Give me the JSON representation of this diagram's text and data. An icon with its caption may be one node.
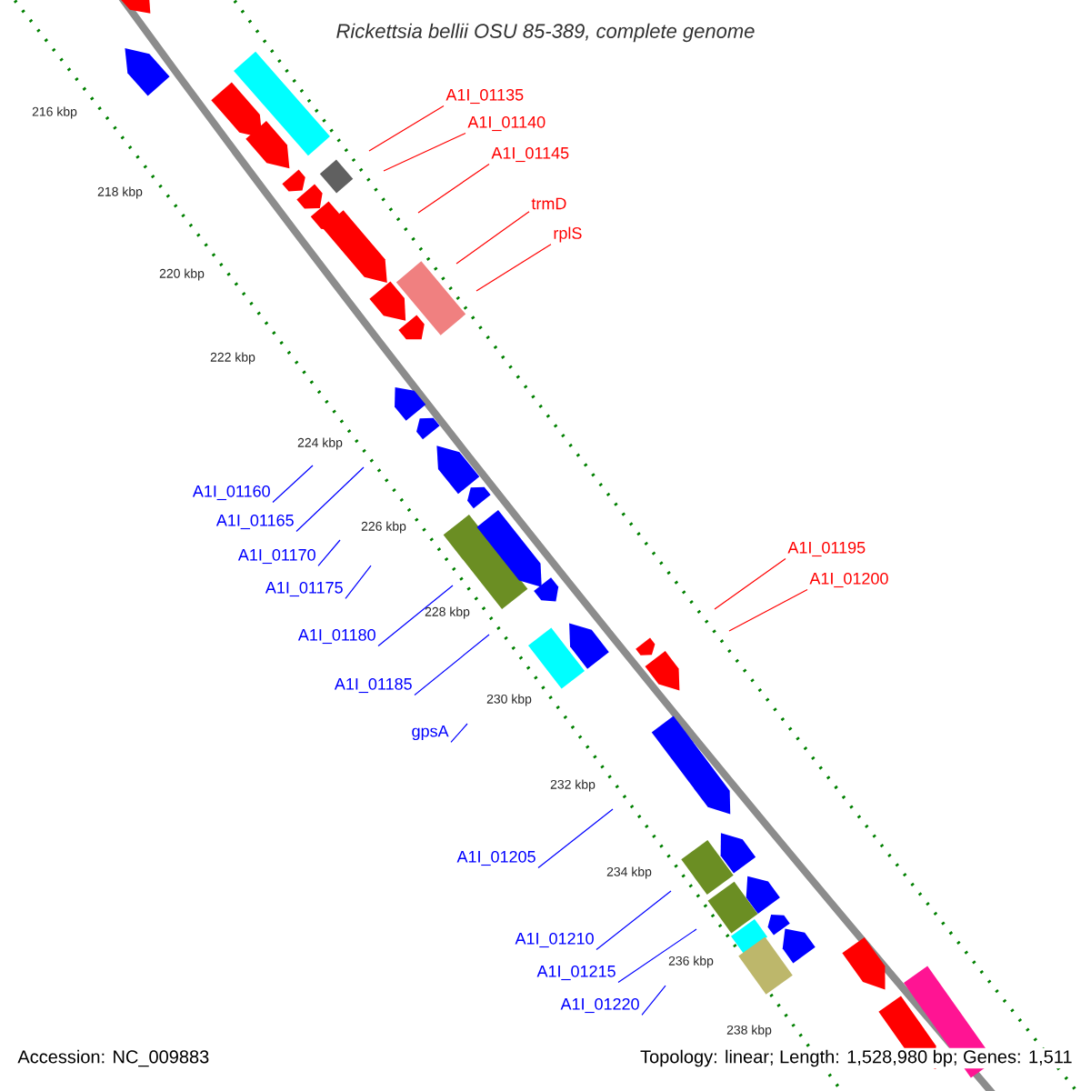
{
  "diagram": {
    "title": "Rickettsia bellii OSU 85-389, complete genome",
    "nodes": [
      {
        "text": [
          "A1I_01135"
        ]
      },
      {
        "text": [
          "A1I_01140"
        ]
      },
      {
        "text": [
          "A1I_01145"
        ]
      },
      {
        "text": [
          "trmD"
        ]
      },
      {
        "text": [
          "rplS"
        ]
      },
      {
        "text": [
          "A1I_01160"
        ]
      },
      {
        "text": [
          "A1I_01165"
        ]
      },
      {
        "text": [
          "A1I_01170"
        ]
      },
      {
        "text": [
          "A1I_01175"
        ]
      },
      {
        "text": [
          "A1I_01180"
        ]
      },
      {
        "text": [
          "A1I_01185"
        ]
      },
      {
        "text": [
          "gpsA"
        ]
      },
      {
        "text": [
          "A1I_01195"
        ]
      },
      {
        "text": [
          "A1I_01200"
        ]
      },
      {
        "text": [
          "A1I_01205"
        ]
      },
      {
        "text": [
          "A1I_01210"
        ]
      },
      {
        "text": [
          "A1I_01215"
        ]
      },
      {
        "text": [
          "A1I_01220"
        ]
      }
    ],
    "edges": [
      {
        "from": 0,
        "to": null,
        "arrow": "none",
        "color": "#ff0000"
      },
      {
        "from": 1,
        "to": null,
        "arrow": "none",
        "color": "#ff0000"
      },
      {
        "from": 2,
        "to": null,
        "arrow": "none",
        "color": "#ff0000"
      },
      {
        "from": 3,
        "to": null,
        "arrow": "none",
        "color": "#ff0000"
      },
      {
        "from": 4,
        "to": null,
        "arrow": "none",
        "color": "#ff0000"
      },
      {
        "from": 5,
        "to": null,
        "arrow": "none"
      },
      {
        "from": 6,
        "to": null,
        "arrow": "none"
      },
      {
        "from": 7,
        "to": null,
        "arrow": "none"
      },
      {
        "from": 8,
        "to": null,
        "arrow": "none"
      },
      {
        "from": 9,
        "to": null,
        "arrow": "none"
      },
      {
        "from": 10,
        "to": null,
        "arrow": "none"
      },
      {
        "from": 11,
        "to": null,
        "arrow": "none"
      },
      {
        "from": 12,
        "to": null,
        "arrow": "none",
        "color": "#ff0000"
      },
      {
        "from": 13,
        "to": null,
        "arrow": "none",
        "color": "#ff0000"
      },
      {
        "from": 14,
        "to": null,
        "arrow": "none"
      },
      {
        "from": 15,
        "to": null,
        "arrow": "none"
      },
      {
        "from": 16,
        "to": null,
        "arrow": "none"
      },
      {
        "from": 17,
        "to": null,
        "arrow": "none"
      }
    ],
    "labels": [
      "216 kbp",
      "218 kbp",
      "220 kbp",
      "222 kbp",
      "224 kbp",
      "226 kbp",
      "228 kbp",
      "230 kbp",
      "232 kbp",
      "234 kbp",
      "236 kbp",
      "238 kbp",
      "Accession: NC_009883",
      "Topology: linear; Length: 1,528,980 bp; Genes: 1,511"
    ]
  }
}
